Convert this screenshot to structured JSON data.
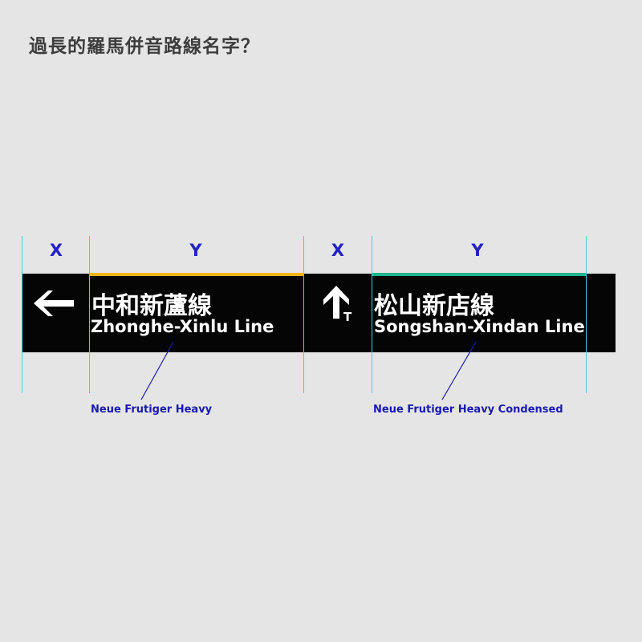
{
  "page": {
    "title": "過長的羅馬併音路線名字？"
  },
  "dimensions": {
    "left_x": "X",
    "left_y": "Y",
    "right_x": "X",
    "right_y": "Y"
  },
  "signs": [
    {
      "arrow": "arrow-left-icon",
      "name_zh": "中和新蘆線",
      "name_en": "Zhonghe-Xinlu Line",
      "accent_color": "#f5b31a",
      "font_note": "Neue Frutiger Heavy"
    },
    {
      "arrow": "arrow-up-transfer-icon",
      "arrow_badge": "T",
      "name_zh": "松山新店線",
      "name_en": "Songshan-Xindan Line",
      "accent_color": "#1fb58e",
      "font_note": "Neue Frutiger Heavy Condensed"
    }
  ],
  "colors": {
    "background": "#e5e5e5",
    "sign": "#050505",
    "guide": "#3ed3e0",
    "annotation": "#1a1ab4"
  }
}
